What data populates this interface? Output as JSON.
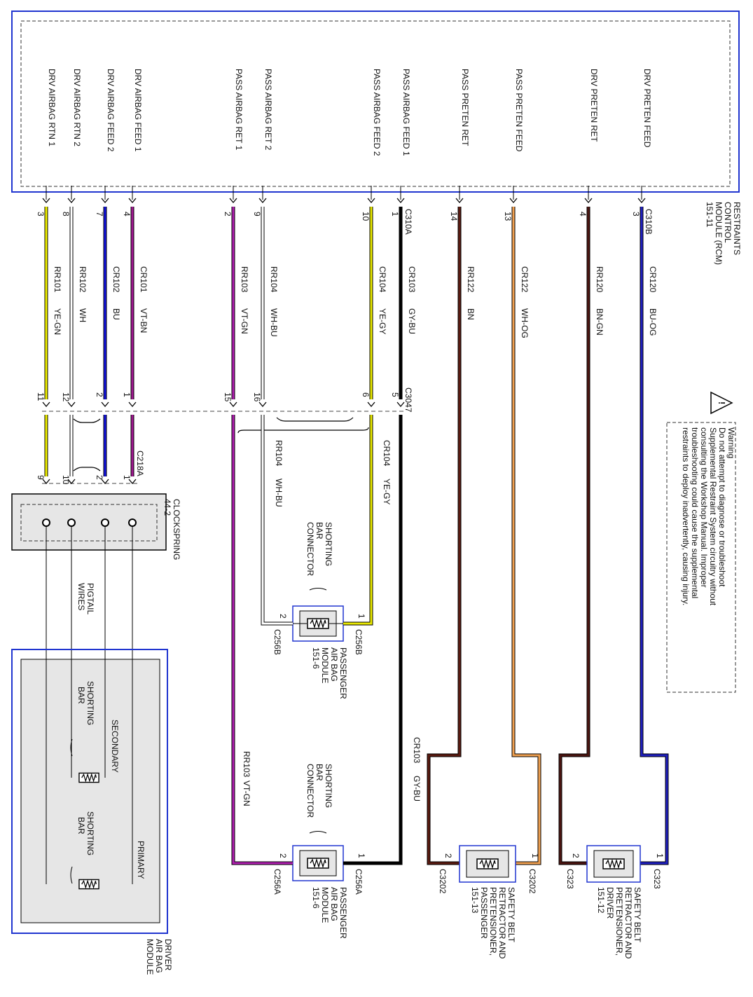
{
  "rcm": {
    "name_lines": [
      "RESTRAINTS",
      "CONTROL",
      "MODULE (RCM)",
      "151-11"
    ],
    "connector_a": "C310A",
    "connector_b": "C310B"
  },
  "circuits": [
    {
      "id": "drv-airbag-rtn-1",
      "func": "DRV AIRBAG RTN 1",
      "pin": "3",
      "circuit": "RR101",
      "color_code": "YE-GN",
      "wire_color": "#f0f000",
      "mid_pin": "11",
      "c218a_pin": "9"
    },
    {
      "id": "drv-airbag-rtn-2",
      "func": "DRV AIRBAG RTN 2",
      "pin": "8",
      "circuit": "RR102",
      "color_code": "WH",
      "wire_color": "#ffffff",
      "mid_pin": "12",
      "c218a_pin": "10"
    },
    {
      "id": "drv-airbag-feed-2",
      "func": "DRV AIRBAG FEED 2",
      "pin": "7",
      "circuit": "CR102",
      "color_code": "BU",
      "wire_color": "#1414e0",
      "mid_pin": "2",
      "c218a_pin": "2"
    },
    {
      "id": "drv-airbag-feed-1",
      "func": "DRV AIRBAG FEED 1",
      "pin": "4",
      "circuit": "CR101",
      "color_code": "VT-BN",
      "wire_color": "#a01890",
      "mid_pin": "1",
      "c218a_pin": "1"
    },
    {
      "id": "pass-airbag-ret-1",
      "func": "PASS AIRBAG RET 1",
      "pin": "2",
      "circuit": "RR103",
      "color_code": "VT-GN",
      "wire_color": "#b020b0",
      "mid_pin": "15"
    },
    {
      "id": "pass-airbag-ret-2",
      "func": "PASS AIRBAG RET 2",
      "pin": "9",
      "circuit": "RR104",
      "color_code": "WH-BU",
      "wire_color": "#ffffff",
      "mid_pin": "16"
    },
    {
      "id": "pass-airbag-feed-2",
      "func": "PASS AIRBAG FEED 2",
      "pin": "10",
      "circuit": "CR104",
      "color_code": "YE-GY",
      "wire_color": "#e8e800",
      "mid_pin": "6"
    },
    {
      "id": "pass-airbag-feed-1",
      "func": "PASS AIRBAG FEED 1",
      "pin": "1",
      "circuit": "CR103",
      "color_code": "GY-BU",
      "wire_color": "#000000",
      "mid_pin": "5"
    },
    {
      "id": "pass-preten-ret",
      "func": "PASS PRETEN RET",
      "pin": "14",
      "circuit": "RR122",
      "color_code": "BN",
      "wire_color": "#5a1a10"
    },
    {
      "id": "pass-preten-feed",
      "func": "PASS PRETEN FEED",
      "pin": "13",
      "circuit": "CR122",
      "color_code": "WH-OG",
      "wire_color": "#f0a050"
    },
    {
      "id": "drv-preten-ret",
      "func": "DRV PRETEN RET",
      "pin": "4",
      "circuit": "RR120",
      "color_code": "BN-GN",
      "wire_color": "#4a1410"
    },
    {
      "id": "drv-preten-feed",
      "func": "DRV PRETEN FEED",
      "pin": "3",
      "circuit": "CR120",
      "color_code": "BU-OG",
      "wire_color": "#2020c0"
    }
  ],
  "inline_connector": "C3047",
  "clockspring": {
    "connector": "C218A",
    "name": "CLOCKSPRING",
    "ref": "44-2"
  },
  "pigtail_label": [
    "PIGTAIL",
    "WIRES"
  ],
  "shorting_bar": [
    "SHORTING",
    "BAR"
  ],
  "shorting_bar_connector": [
    "SHORTING",
    "BAR",
    "CONNECTOR"
  ],
  "driver_module": {
    "name": [
      "DRIVER",
      "AIR BAG",
      "MODULE"
    ],
    "secondary": "SECONDARY",
    "primary": "PRIMARY"
  },
  "pass_module_b": {
    "name": [
      "PASSENGER",
      "AIR BAG",
      "MODULE",
      "151-6"
    ],
    "conn1": "C256B",
    "conn2": "C256B",
    "pin1": "1",
    "pin2": "2"
  },
  "pass_module_a": {
    "name": [
      "PASSENGER",
      "AIR BAG",
      "MODULE",
      "151-6"
    ],
    "conn1": "C256A",
    "conn2": "C256A",
    "pin1": "1",
    "pin2": "2"
  },
  "pass_pretensioner": {
    "name": [
      "SAFETY BELT",
      "RETRACTOR AND",
      "PRETENSIONER,",
      "PASSENGER",
      "151-13"
    ],
    "conn1": "C3202",
    "conn2": "C3202",
    "pin1": "1",
    "pin2": "2"
  },
  "drv_pretensioner": {
    "name": [
      "SAFETY BELT",
      "RETRACTOR AND",
      "PRETENSIONER,",
      "DRIVER",
      "151-12"
    ],
    "conn1": "C323",
    "conn2": "C323",
    "pin1": "1",
    "pin2": "2"
  },
  "continuation": {
    "rr104": [
      "RR104",
      "WH-BU"
    ],
    "cr104": [
      "CR104",
      "YE-GY"
    ],
    "rr103": [
      "RR103",
      "VT-GN"
    ],
    "cr103": [
      "CR103",
      "GY-BU"
    ]
  },
  "warning": {
    "title": "Warning",
    "lines": [
      "Do not attempt to diagnose or troubleshoot",
      "Supplemental Restraint System circuitry without",
      "consulting the Workshop Manual. Improper",
      "troubleshooting could cause the supplemental",
      "restraints to deploy inadvertently, causing injury."
    ]
  }
}
